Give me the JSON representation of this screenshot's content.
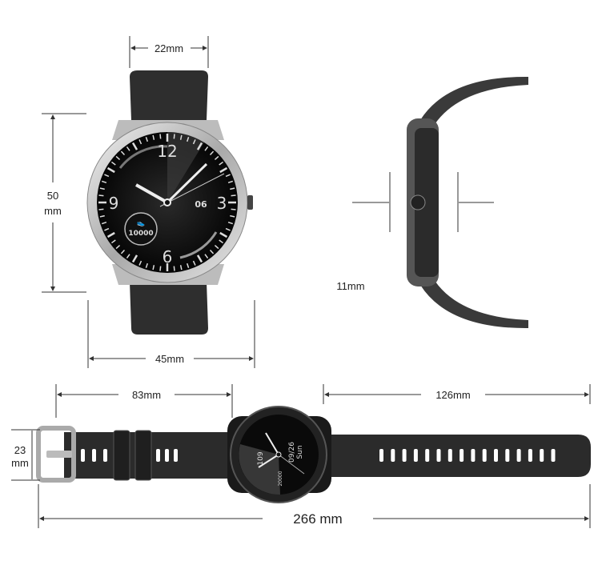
{
  "dimensions": {
    "band_width": "22mm",
    "case_height_value": "50",
    "case_height_unit": "mm",
    "case_width": "45mm",
    "thickness": "11mm",
    "short_strap": "83mm",
    "long_strap": "126mm",
    "strap_width_value": "23",
    "strap_width_unit": "mm",
    "total_length": "266 mm"
  },
  "front_face": {
    "h12": "12",
    "h3": "3",
    "h6": "6",
    "h9": "9",
    "date": "06",
    "steps": "10000"
  },
  "flat_face": {
    "value": "109",
    "steps": "20000",
    "date": "09/26",
    "day": "Sun"
  },
  "colors": {
    "band": "#2b2b2b",
    "case": "#c9c9c9",
    "dial": "#111111",
    "line": "#333333"
  }
}
